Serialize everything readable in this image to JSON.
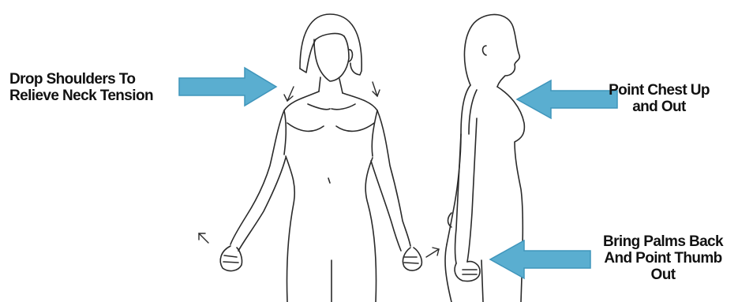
{
  "labels": {
    "shoulders": [
      "Drop Shoulders To",
      "Relieve Neck Tension"
    ],
    "chest": [
      "Point Chest Up",
      "and Out"
    ],
    "palms": [
      "Bring Palms Back",
      "And Point Thumb",
      "Out"
    ]
  },
  "colors": {
    "arrow_fill": "#5aaed0",
    "arrow_edge": "#3f95bb",
    "line": "#2a2a2a",
    "text": "#111111"
  },
  "icons": {
    "pointer_arrows": "block-arrow",
    "hint_arrows": "small-line-arrow"
  }
}
